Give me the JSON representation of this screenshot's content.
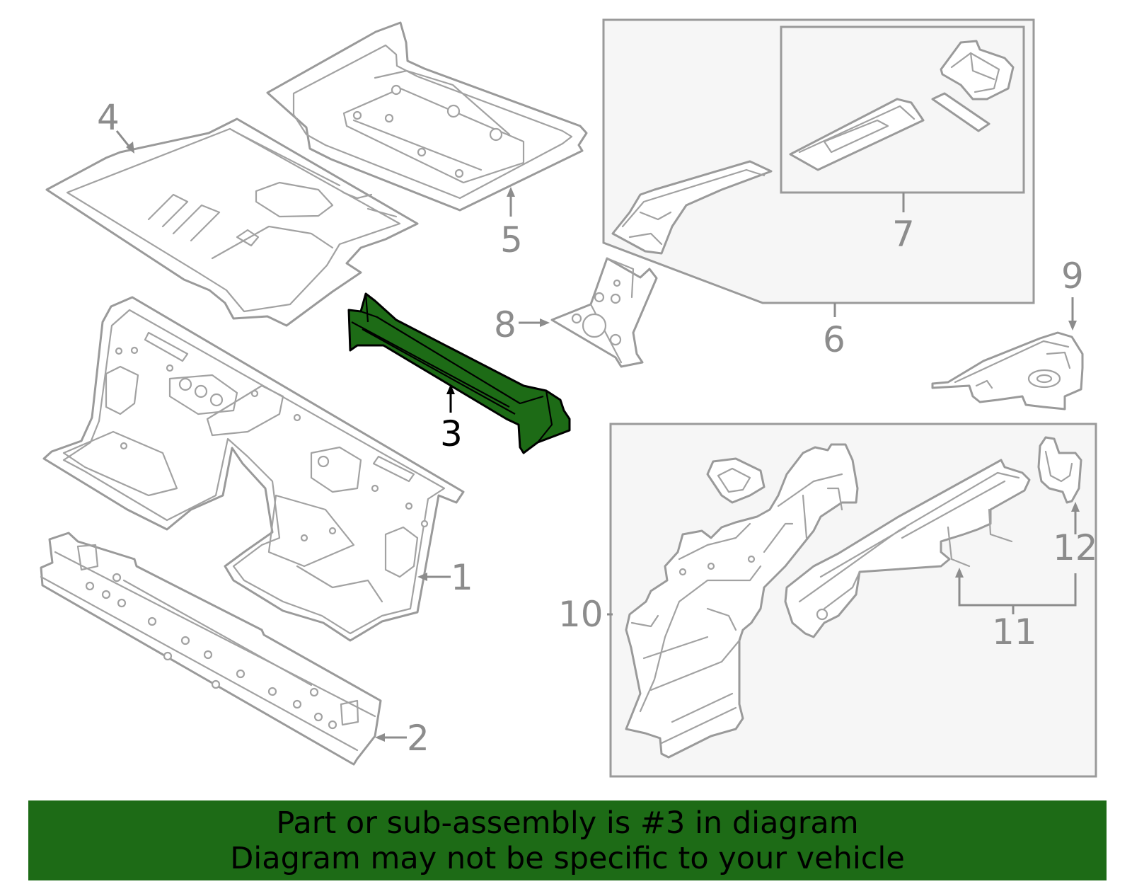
{
  "diagram": {
    "callouts": {
      "c1": "1",
      "c2": "2",
      "c3": "3",
      "c4": "4",
      "c5": "5",
      "c6": "6",
      "c7": "7",
      "c8": "8",
      "c9": "9",
      "c10": "10",
      "c11": "11",
      "c12": "12"
    },
    "highlighted_part": "3",
    "colors": {
      "highlight": "#1d6b16",
      "line_art": "#9a9a9a",
      "group_box_fill": "#f6f6f6"
    }
  },
  "banner": {
    "line1": "Part or sub-assembly is #3 in diagram",
    "line2": "Diagram may not be specific to your vehicle"
  }
}
